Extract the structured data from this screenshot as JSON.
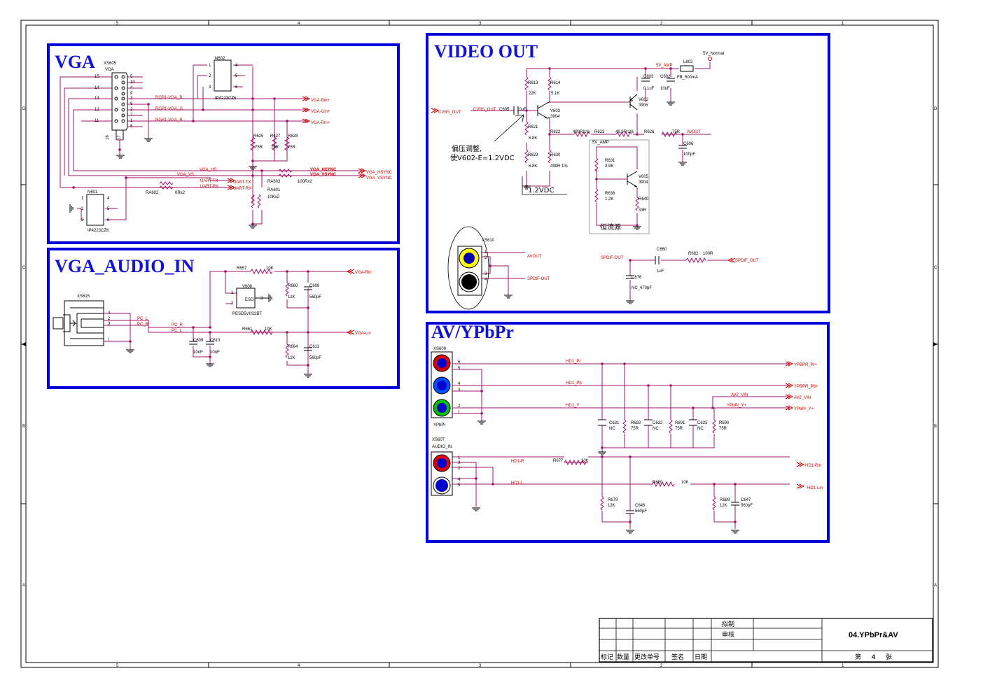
{
  "sheet": {
    "grid_top": [
      "5",
      "4",
      "3",
      "2",
      "1"
    ],
    "grid_bottom": [
      "5",
      "4",
      "3",
      "2",
      "1"
    ],
    "grid_left": [
      "D",
      "C",
      "B",
      "A"
    ],
    "grid_right": [
      "D",
      "C",
      "B",
      "A"
    ]
  },
  "blocks": {
    "vga": {
      "title": "VGA",
      "labels": {
        "xs605": "XS605",
        "vga": "VGA",
        "p15": "15",
        "p14": "14",
        "p13": "13",
        "p12": "12",
        "p11": "11",
        "p5": "5",
        "p10": "10",
        "p4": "4",
        "p9": "9",
        "p3": "3",
        "p8": "8",
        "p2": "2",
        "p7": "7",
        "p1": "1",
        "p6": "6",
        "p16": "16",
        "p17": "17",
        "n602": "N602",
        "n602_type": "IP4223CZ6",
        "n602_p1": "1",
        "n602_p2": "2",
        "n602_p3": "3",
        "n602_p4": "4",
        "n602_p5": "5",
        "n602_p6": "6",
        "net_b": "RGB1-VGA_B",
        "net_g": "RGB1-VGA_G",
        "net_r": "RGB1-VGA_R",
        "out_b": "VGA-Bin+",
        "out_g": "VGA-Gin+",
        "out_r": "VGA-Rin+",
        "r625": "R625",
        "r625_v": "75R",
        "r627": "R627",
        "r627_v": "75R",
        "r628": "R628",
        "r628_v": "75R",
        "vga_hs": "VGA_HS",
        "vga_vs": "VGA_VS",
        "hsync": "VGA_HSYNC",
        "vsync": "VGA_VSYNC",
        "out_hsync": "VGA_HSYNC",
        "out_vsync": "VGA_VSYNC",
        "ra603": "RA603",
        "ra603_v": "100Rx2",
        "uart_tx": "UART-TX",
        "uart_rx": "UART-RX",
        "uart_tx2": "UART-TX",
        "uart_rx2": "UART-RX",
        "ra602": "RA602",
        "ra602_v": "0Rx2",
        "ra601": "RA601",
        "ra601_v": "10Kx2",
        "n601": "N601",
        "n601_type": "IP4223CZ6",
        "n601_p1": "1",
        "n601_p2": "2",
        "n601_p3": "3",
        "n601_p4": "4",
        "n601_p5": "5",
        "n601_p6": "6"
      }
    },
    "vga_audio": {
      "title": "VGA_AUDIO_IN",
      "labels": {
        "xs615": "XS615",
        "p4": "4",
        "p2": "2",
        "p3": "3",
        "p1": "1",
        "pc_l": "PC_L",
        "pc_r": "PC_R",
        "pc_r2": "PC_R",
        "pc_l2": "PC_L",
        "r657": "R657",
        "r657_v": "10K",
        "r661": "R661",
        "r661_v": "10K",
        "v608": "V608",
        "v608_type": "PESD5V0S2BT",
        "esd": "ESD",
        "v608_p1": "1",
        "v608_p2": "2",
        "v608_p3": "3",
        "r660": "R660",
        "r660_v": "12K",
        "c608": "C608",
        "c608_v": "560pF",
        "r664": "R664",
        "r664_v": "12K",
        "c611": "C611",
        "c611_v": "560pF",
        "c609": "C609",
        "c609_v": "10nF",
        "c610": "C610",
        "c610_v": "10nF",
        "out_rin": "VGA-Rin",
        "out_lin": "VGA-Lin"
      }
    },
    "video_out": {
      "title": "VIDEO OUT",
      "labels": {
        "cvbs_in": "CVBS_OUT",
        "cvbs_net": "CVBS_OUT",
        "r613": "R613",
        "r613_v": "22K",
        "r614": "R614",
        "r614_v": "5.1K",
        "c605": "C605",
        "c605_v": "10uF",
        "v603": "V603",
        "v603_type": "3904",
        "r621": "R621",
        "r621_v": "6.8K",
        "r629": "R629",
        "r629_v": "6.8K",
        "r630": "R630",
        "r630_v": "499R 1%",
        "r622": "R622",
        "r622_v": "499R/1%",
        "r623": "R623",
        "r623_v": "49.9R/1%",
        "r626": "R626",
        "r626_v": "75R",
        "avout": "AVOUT",
        "c606": "C606",
        "c606_v": "100pF",
        "v602": "V602",
        "v602_type": "3906",
        "c603": "C603",
        "c603_v": "0.1uF",
        "c602": "C602",
        "c602_v": "10uF",
        "l602": "L602",
        "l602_v": "FB_600mA",
        "5v_amp": "5V_AMP",
        "5v_normal": "5V_Normal",
        "5v_amp2": "5V_AMP",
        "r631": "R631",
        "r631_v": "3.9K",
        "r638": "R638",
        "r638_v": "1.2K",
        "v605": "V605",
        "v605_type": "3904",
        "r640": "R640",
        "r640_v": "33R",
        "note1": "偏压调整,",
        "note2": "使V602-E=1.2VDC",
        "note3": "1.2VDC",
        "note4": "恒流源",
        "xs610": "XS610",
        "avout2": "AVOUT",
        "spdif_out_net": "SPDIF-OUT",
        "spdif_net": "SPDIF-OUT",
        "c660": "C660",
        "c660_v": "1uF",
        "r682": "R682",
        "r682_v": "100R",
        "spdif_out": "SPDIF_OUT",
        "c676": "C676",
        "c676_v": "NC_470pF",
        "xs610_p1": "1",
        "xs610_p2": "2",
        "xs610_p3": "3",
        "xs610_p4": "4"
      }
    },
    "av": {
      "title": "AV/YPbPr",
      "labels": {
        "xs609": "XS609",
        "ypbpr": "YPbPr",
        "hd1_pr": "HD1_Pr",
        "hd1_pb": "HD1_Pb",
        "hd1_y": "HD1_Y",
        "out_pr": "YPBPR_Pr+",
        "out_pb": "YPBPR_Pb+",
        "av2_vin": "AV2_VIN",
        "ypbpr_y": "YPbPr_Y+",
        "out_av2": "AV2_VIN",
        "out_y": "YPbPr_Y+",
        "c631": "C631",
        "c631_v": "NC",
        "r692": "R692",
        "r692_v": "75R",
        "c632": "C632",
        "c632_v": "NC",
        "r691": "R691",
        "r691_v": "75R",
        "c633": "C633",
        "c633_v": "NC",
        "r690": "R690",
        "r690_v": "75R",
        "xs607": "XS607",
        "audio_in": "AUDIO_IN",
        "hd1_r": "HD1-R",
        "hd1_l": "HD1-L",
        "r677": "R677",
        "r677_v": "10K",
        "r680": "R680",
        "r680_v": "10K",
        "r679": "R679",
        "r679_v": "12K",
        "c646": "C646",
        "c646_v": "560pF",
        "r689": "R689",
        "r689_v": "12K",
        "c647": "C647",
        "c647_v": "560pF",
        "out_rin": "HD1-Rin",
        "out_lin": "HD1-Lin",
        "p6": "6",
        "p5": "5",
        "p4": "4",
        "p3": "3",
        "p2": "2",
        "p1": "1",
        "a1": "1",
        "a3": "3",
        "a2": "2",
        "a4": "4",
        "a5": "5"
      }
    }
  },
  "title_block": {
    "draft": "拟制",
    "review": "审核",
    "mark": "标记",
    "qty": "数量",
    "change_no": "更改单号",
    "signature": "签名",
    "date": "日期",
    "drawing": "04.YPbPr&AV",
    "sheet_prefix": "第",
    "sheet_num": "4",
    "sheet_suffix": "张"
  },
  "colors": {
    "title": "#1010e0",
    "border": "#0000dd",
    "wire": "#a0106a",
    "net": "#cc0000",
    "jack_red": "#e00000",
    "jack_blue": "#0050ff",
    "jack_green": "#00c000",
    "jack_yellow": "#ffff00"
  }
}
